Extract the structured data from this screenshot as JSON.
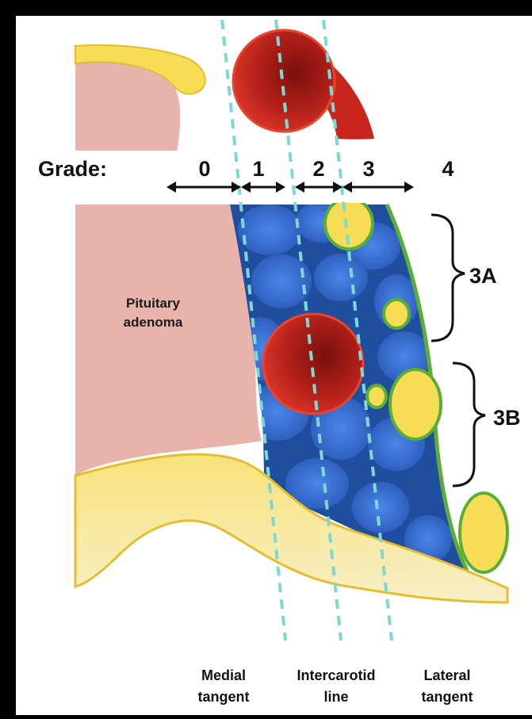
{
  "grade_label": "Grade:",
  "grades": [
    "0",
    "1",
    "2",
    "3",
    "4"
  ],
  "tumor_label_line1": "Pituitary",
  "tumor_label_line2": "adenoma",
  "subgrade_a": "3A",
  "subgrade_b": "3B",
  "lines": [
    {
      "line1": "Medial",
      "line2": "tangent"
    },
    {
      "line1": "Intercarotid",
      "line2": "line"
    },
    {
      "line1": "Lateral",
      "line2": "tangent"
    }
  ],
  "colors": {
    "background": "#000000",
    "panel": "#ffffff",
    "adenoma": "#e8b3ab",
    "carotid": "#c8261c",
    "venous_plexus": "#2f63c8",
    "fat_yellow": "#f7dc56",
    "wall_green": "#5aae37",
    "tangent_line": "#7ed8d4"
  }
}
